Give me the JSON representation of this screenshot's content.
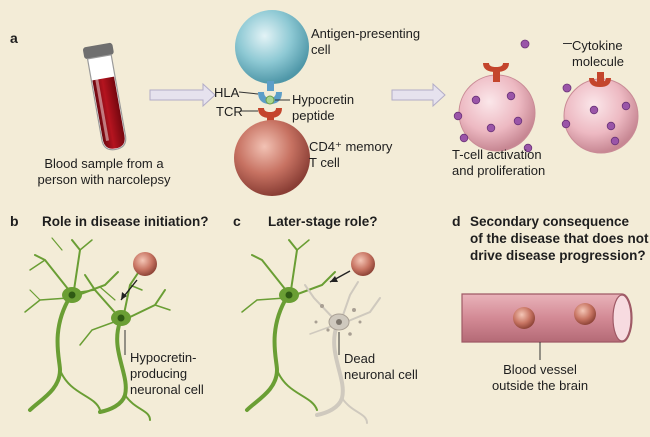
{
  "panels": {
    "a": {
      "label": "a",
      "blood_caption_1": "Blood sample from a",
      "blood_caption_2": "person with narcolepsy",
      "apc_1": "Antigen-presenting",
      "apc_2": "cell",
      "hla": "HLA",
      "tcr": "TCR",
      "peptide_1": "Hypocretin",
      "peptide_2": "peptide",
      "tcell_1": "CD4⁺ memory",
      "tcell_2": "T cell",
      "cytokine_1": "Cytokine",
      "cytokine_2": "molecule",
      "activation_1": "T-cell activation",
      "activation_2": "and proliferation"
    },
    "b": {
      "label": "b",
      "title": "Role in disease initiation?",
      "neuron_1": "Hypocretin-",
      "neuron_2": "producing",
      "neuron_3": "neuronal cell"
    },
    "c": {
      "label": "c",
      "title": "Later-stage role?",
      "dead_1": "Dead",
      "dead_2": "neuronal cell"
    },
    "d": {
      "label": "d",
      "title_1": "Secondary consequence",
      "title_2": "of the disease that does not",
      "title_3": "drive disease progression?",
      "vessel_1": "Blood vessel",
      "vessel_2": "outside the brain"
    }
  },
  "colors": {
    "background": "#f3ecd7",
    "blood": "#a6101b",
    "apc": "#8ec9d4",
    "tcell": "#c77262",
    "receptor_red": "#c4452c",
    "neuron_green": "#6a9e34",
    "dead_neuron": "#cfc9be",
    "cytokine": "#9a55a8",
    "vessel": "#d5909a"
  }
}
